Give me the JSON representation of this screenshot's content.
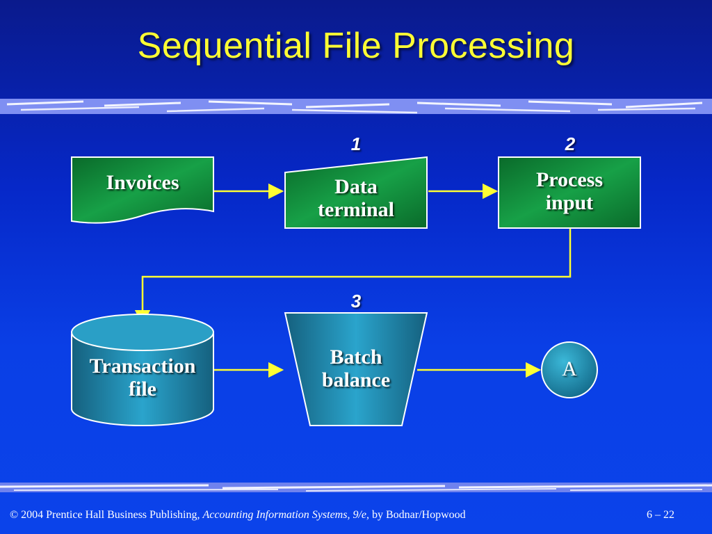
{
  "slide": {
    "title": "Sequential File Processing",
    "footer": {
      "copyright": "© 2004 Prentice Hall Business Publishing, ",
      "book_title": "Accounting Information Systems, 9/e",
      "authors": ", by Bodnar/Hopwood",
      "page": "6 – 22"
    }
  },
  "diagram": {
    "nodes": {
      "invoices": {
        "label": "Invoices",
        "shape": "document"
      },
      "data_terminal": {
        "label_line1": "Data",
        "label_line2": "terminal",
        "shape": "manual-input",
        "step": "1"
      },
      "process_input": {
        "label_line1": "Process",
        "label_line2": "input",
        "shape": "process",
        "step": "2"
      },
      "transaction_file": {
        "label_line1": "Transaction",
        "label_line2": "file",
        "shape": "disk-storage"
      },
      "batch_balance": {
        "label_line1": "Batch",
        "label_line2": "balance",
        "shape": "manual-operation",
        "step": "3"
      },
      "connector_a": {
        "label": "A",
        "shape": "connector"
      }
    },
    "edges": [
      {
        "from": "invoices",
        "to": "data_terminal"
      },
      {
        "from": "data_terminal",
        "to": "process_input"
      },
      {
        "from": "process_input",
        "to": "transaction_file"
      },
      {
        "from": "transaction_file",
        "to": "batch_balance"
      },
      {
        "from": "batch_balance",
        "to": "connector_a"
      }
    ],
    "colors": {
      "node_fill_green": "#0f8a3a",
      "node_fill_teal": "#1a8ab0",
      "edge": "#ffff33",
      "title": "#ffff33"
    }
  }
}
